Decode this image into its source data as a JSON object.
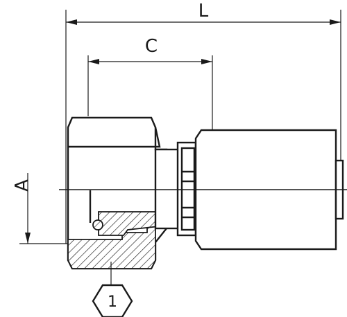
{
  "dimensions": {
    "overall_length": "L",
    "nut_length": "C",
    "thread_size": "A"
  },
  "callout": {
    "number": "1"
  }
}
